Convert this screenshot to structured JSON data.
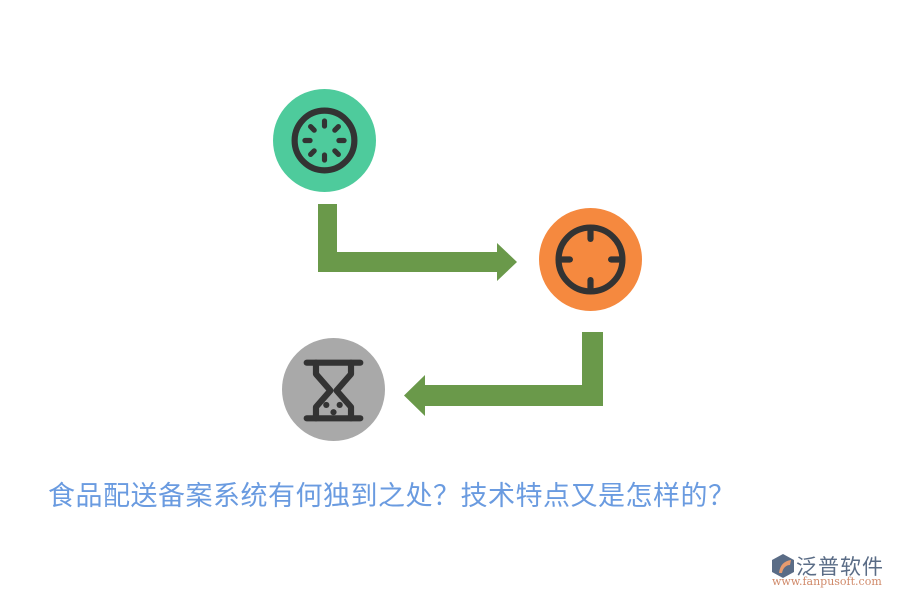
{
  "diagram": {
    "nodes": [
      {
        "id": "step-1",
        "icon": "loading-spinner-icon",
        "color": "#4ecb9c",
        "icon_color": "#333333"
      },
      {
        "id": "step-2",
        "icon": "crosshair-target-icon",
        "color": "#f5893f",
        "icon_color": "#333333"
      },
      {
        "id": "step-3",
        "icon": "hourglass-icon",
        "color": "#a9a9a9",
        "icon_color": "#333333"
      }
    ],
    "arrows": [
      {
        "from": "step-1",
        "to": "step-2",
        "direction": "down-then-right",
        "color": "#6a994a"
      },
      {
        "from": "step-2",
        "to": "step-3",
        "direction": "down-then-left",
        "color": "#6a994a"
      }
    ]
  },
  "title": "食品配送备案系统有何独到之处？技术特点又是怎样的？",
  "title_color": "#6a9be0",
  "logo": {
    "name": "泛普软件",
    "url": "www.fanpusoft.com"
  }
}
